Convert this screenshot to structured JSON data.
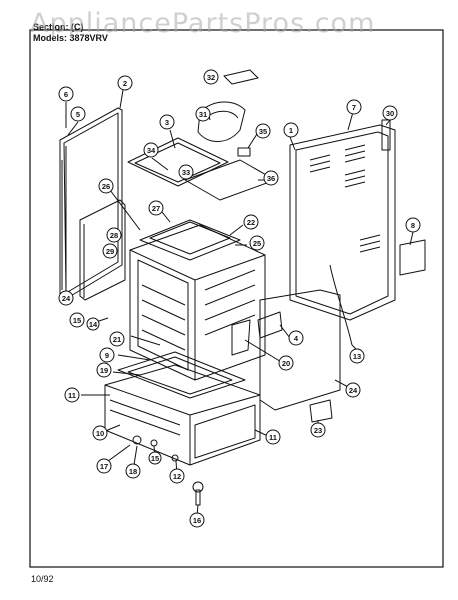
{
  "watermark": "AppliancePartsPros.com",
  "header": {
    "section_label": "Section:",
    "section_value": "(C)",
    "model_label": "Models:",
    "model_value": "3878VRV"
  },
  "footer_date": "10/92",
  "callouts": [
    "32",
    "6",
    "2",
    "5",
    "31",
    "3",
    "35",
    "7",
    "1",
    "30",
    "34",
    "33",
    "36",
    "26",
    "27",
    "22",
    "28",
    "29",
    "25",
    "8",
    "24",
    "15",
    "14",
    "4",
    "21",
    "9",
    "20",
    "13",
    "19",
    "11",
    "24",
    "10",
    "11",
    "23",
    "17",
    "18",
    "15",
    "12",
    "16"
  ],
  "colors": {
    "ink": "#111111",
    "paper": "#ffffff",
    "watermark": "#aaaaaa"
  }
}
